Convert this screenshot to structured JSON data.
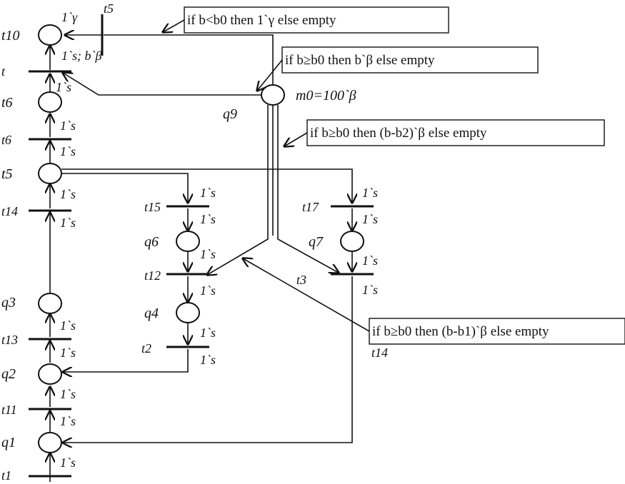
{
  "places": {
    "p10": "t10",
    "p6": "t6",
    "p5": "t5",
    "p3": "q3",
    "p2": "q2",
    "p1": "q1",
    "q9": "q9",
    "q6": "q6",
    "q4": "q4",
    "q7": "q7"
  },
  "transitions": {
    "t5": "t5",
    "t_top": "t",
    "t6": "t6",
    "t14l": "t14",
    "t13": "t13",
    "t11": "t11",
    "t1": "t1",
    "t15": "t15",
    "t12": "t12",
    "t2": "t2",
    "t17": "t17",
    "t3": "t3",
    "t14r": "t14"
  },
  "marking": "m0=100`β",
  "arc_labels": {
    "gamma": "1`γ",
    "s_b_beta": "1`s; b`β",
    "one_s": "1`s"
  },
  "conditions": {
    "c1": "if b<b0 then 1`γ else empty",
    "c2": "if b≥b0 then b`β else empty",
    "c3": "if b≥b0 then (b-b2)`β else empty",
    "c4": "if b≥b0 then (b-b1)`β else empty"
  }
}
